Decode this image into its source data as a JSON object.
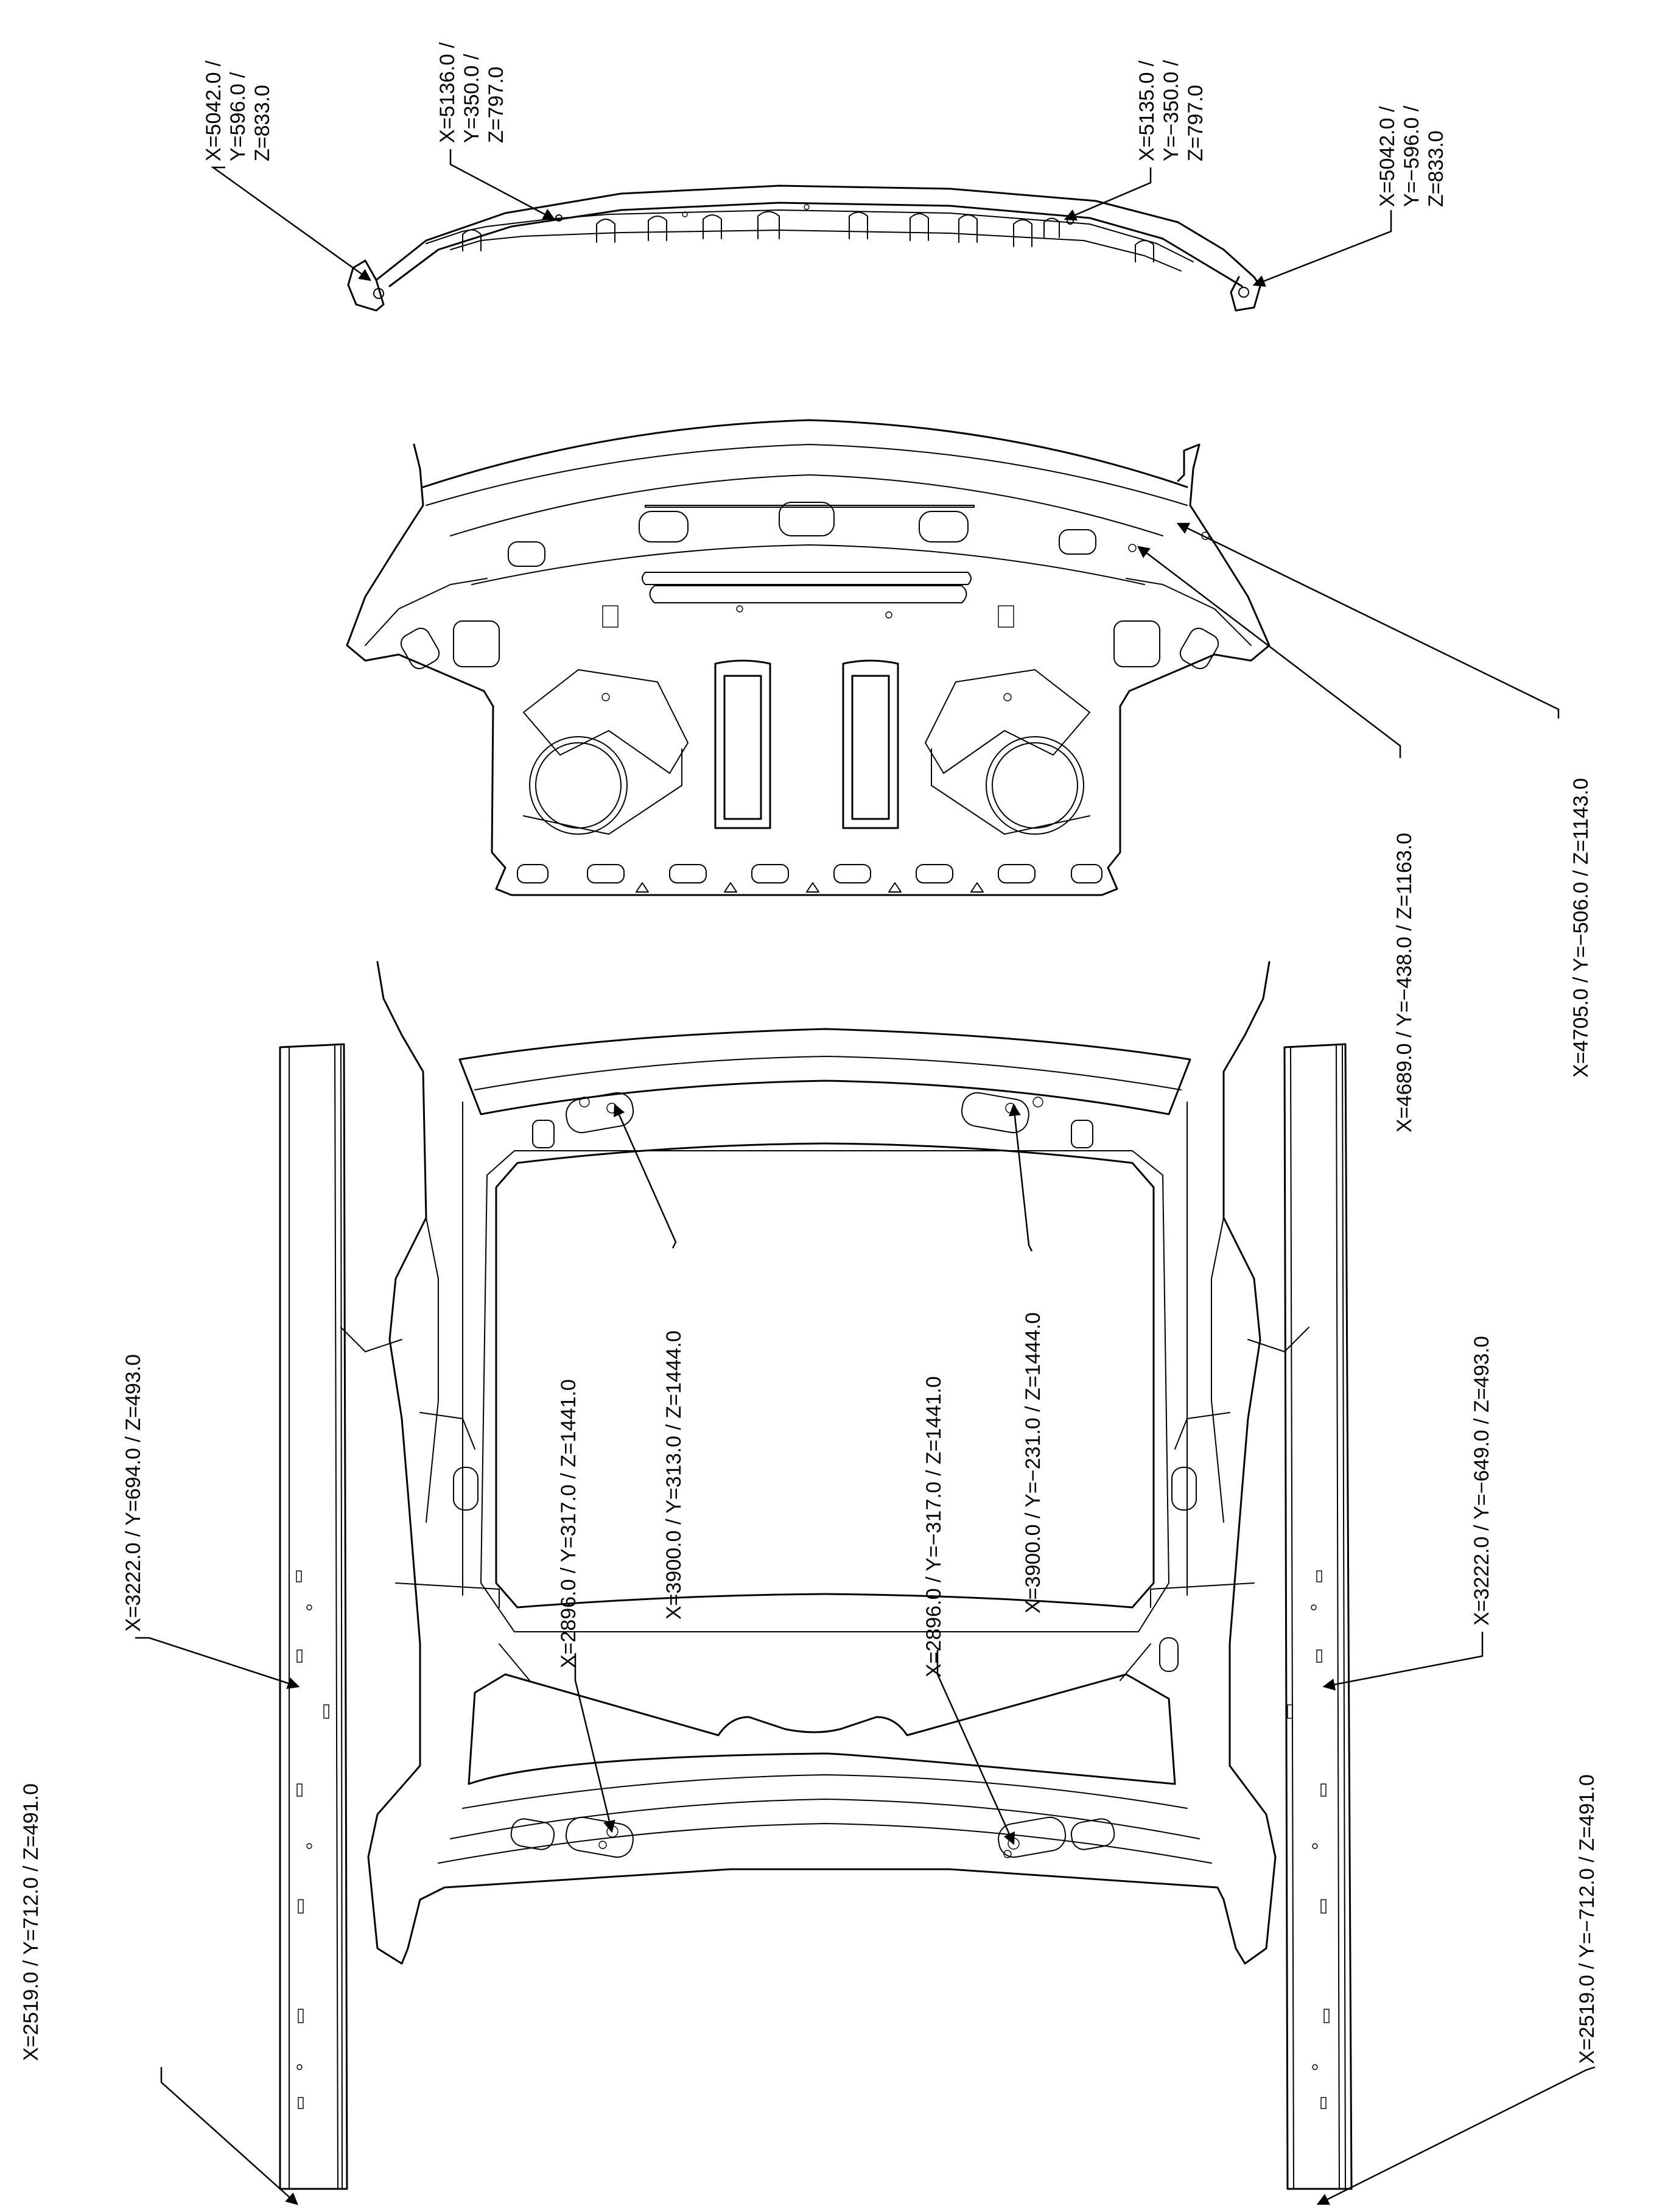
{
  "diagram": {
    "views": [
      "upper-rear-panel",
      "rear-shelf-panel",
      "roof-frame",
      "left-rocker-sill",
      "right-rocker-sill"
    ],
    "labels": {
      "upper_left_outer": "X=5042.0 /\nY=596.0 /\nZ=833.0",
      "upper_left_inner": "X=5136.0 /\nY=350.0 /\nZ=797.0",
      "upper_right_inner": "X=5135.0 /\nY=−350.0 /\nZ=797.0",
      "upper_right_outer": "X=5042.0 /\nY=−596.0 /\nZ=833.0",
      "shelf_1": "X=4689.0 / Y=−438.0 / Z=1163.0",
      "shelf_2": "X=4705.0 / Y=−506.0 / Z=1143.0",
      "roof_rear_left": "X=3900.0 / Y=313.0 / Z=1444.0",
      "roof_rear_right": "X=3900.0 / Y=−231.0 / Z=1444.0",
      "roof_front_left": "X=2896.0 / Y=317.0 / Z=1441.0",
      "roof_front_right": "X=2896.0 / Y=−317.0 / Z=1441.0",
      "sill_left_rear": "X=3222.0 / Y=694.0 / Z=493.0",
      "sill_left_front": "X=2519.0 / Y=712.0 / Z=491.0",
      "sill_right_rear": "X=3222.0 / Y=−649.0 / Z=493.0",
      "sill_right_front": "X=2519.0 / Y=−712.0 / Z=491.0"
    }
  }
}
